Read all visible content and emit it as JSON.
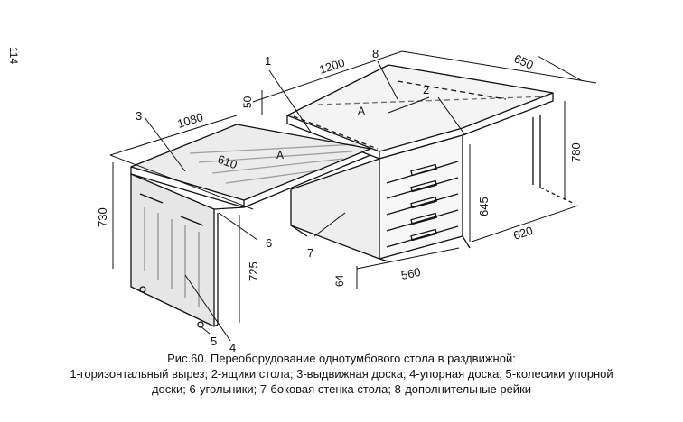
{
  "page_number": "114",
  "callouts": {
    "c1": "1",
    "c2": "2",
    "c3": "3",
    "c4": "4",
    "c5": "5",
    "c6": "6",
    "c7": "7",
    "c8": "8",
    "a1": "A",
    "a2": "A"
  },
  "dimensions": {
    "d1200": "1200",
    "d650": "650",
    "d1080": "1080",
    "d610": "610",
    "d50": "50",
    "d730": "730",
    "d725": "725",
    "d780": "780",
    "d645": "645",
    "d620": "620",
    "d560": "560",
    "d64": "64"
  },
  "caption": {
    "line1": "Рис.60. Переоборудование однотумбового стола в раздвижной:",
    "line2": "1-горизонтальный вырез; 2-ящики стола; 3-выдвижная  доска; 4-упорная доска; 5-колесики упорной",
    "line3": "доски; 6-угольники; 7-боковая стенка стола; 8-дополнительные рейки"
  }
}
